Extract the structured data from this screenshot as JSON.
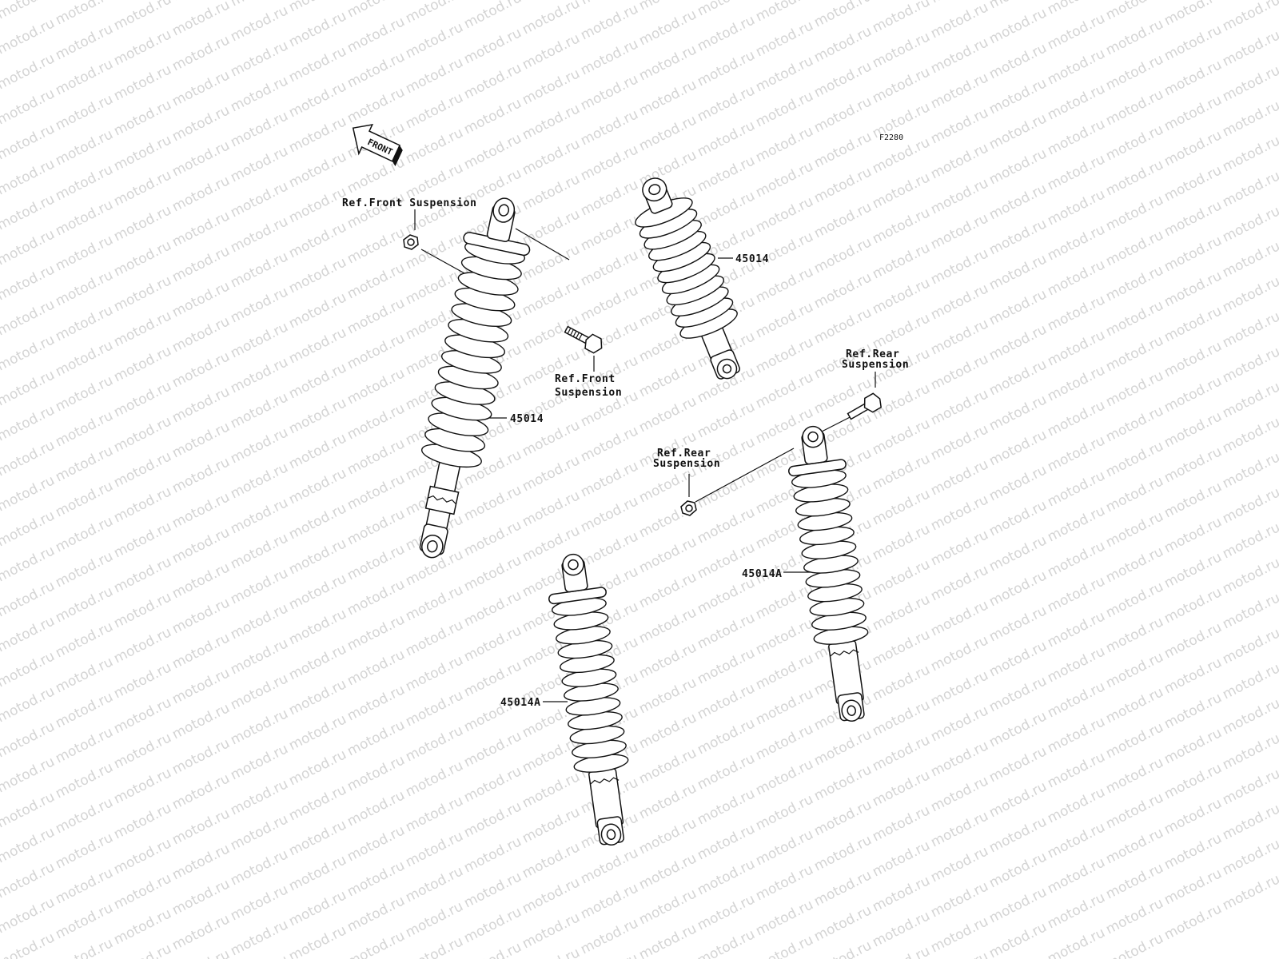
{
  "diagram": {
    "code": "F2280",
    "front_arrow_label": "FRONT",
    "watermark_text": "motod.ru",
    "part_labels": {
      "front_shock_left": "45014",
      "front_shock_right": "45014",
      "rear_shock_left": "45014A",
      "rear_shock_right": "45014A"
    },
    "ref_labels": {
      "front_nut": "Ref.Front Suspension",
      "front_bolt_line1": "Ref.Front",
      "front_bolt_line2": "Suspension",
      "rear_bolt_line1": "Ref.Rear",
      "rear_bolt_line2": "Suspension",
      "rear_nut_line1": "Ref.Rear",
      "rear_nut_line2": "Suspension"
    }
  }
}
